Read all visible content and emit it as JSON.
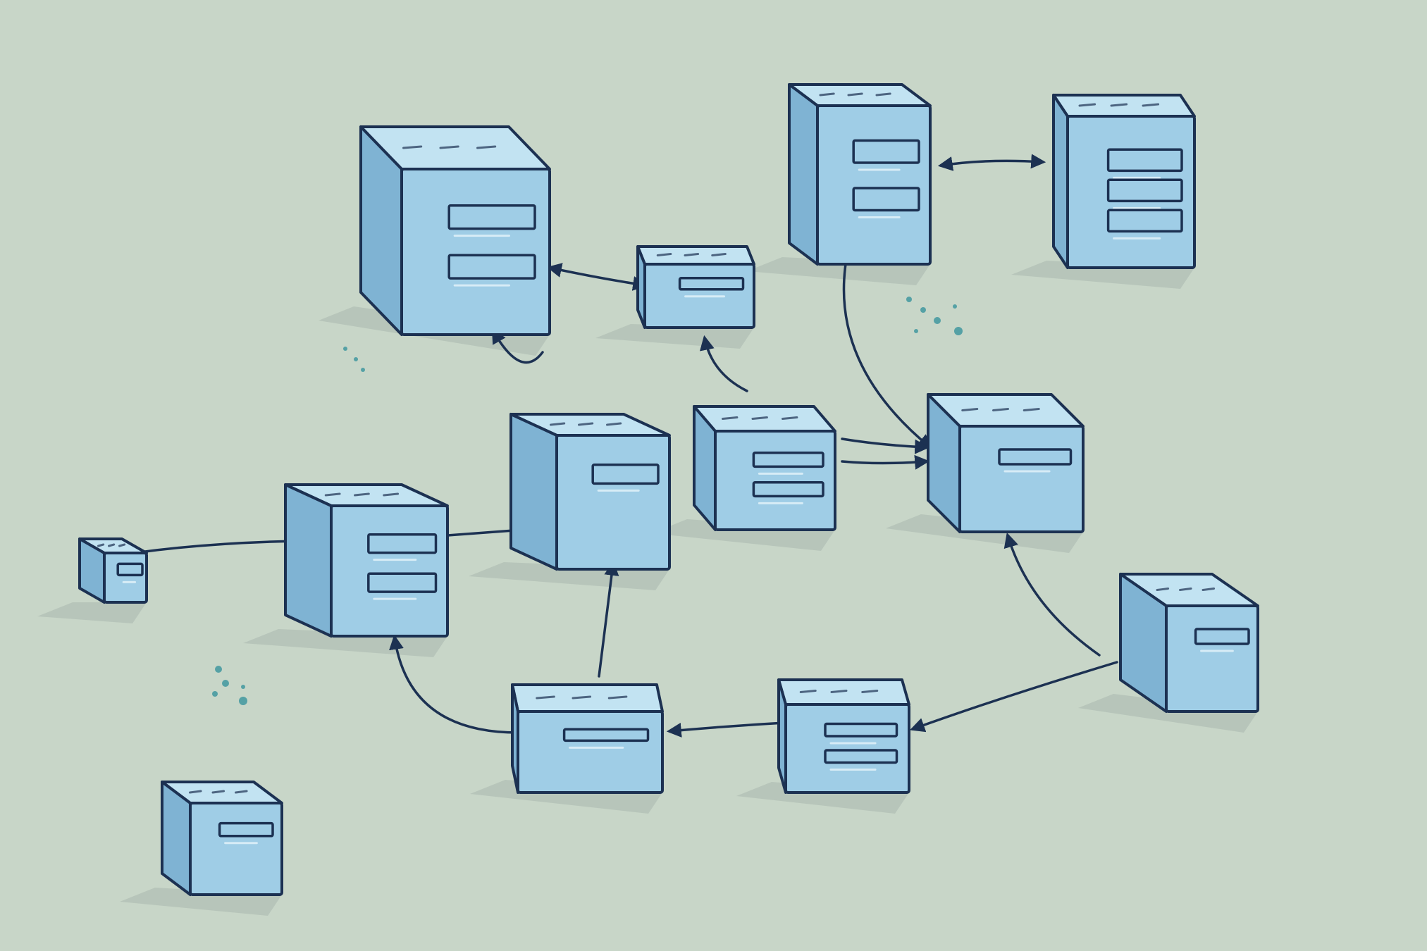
{
  "illustration": {
    "kind": "hand-drawn network of connected boxes",
    "colors": {
      "background": "#c8d6c8",
      "box_front": "#9fcde6",
      "box_top": "#c2e3f2",
      "box_side": "#7fb3d3",
      "outline": "#1c3152",
      "connector": "#1c3152",
      "shadow": "#aab8ae",
      "speckle": "#2f8f9a"
    },
    "boxes": [
      {
        "id": "box-large-top-left"
      },
      {
        "id": "box-small-top-center"
      },
      {
        "id": "box-tall-top-right"
      },
      {
        "id": "box-far-top-right"
      },
      {
        "id": "box-center"
      },
      {
        "id": "box-center-right"
      },
      {
        "id": "box-right"
      },
      {
        "id": "box-left-mid"
      },
      {
        "id": "box-tiny-left"
      },
      {
        "id": "box-bottom-center"
      },
      {
        "id": "box-bottom-right-center"
      },
      {
        "id": "box-far-right"
      },
      {
        "id": "box-bottom-left"
      }
    ]
  }
}
